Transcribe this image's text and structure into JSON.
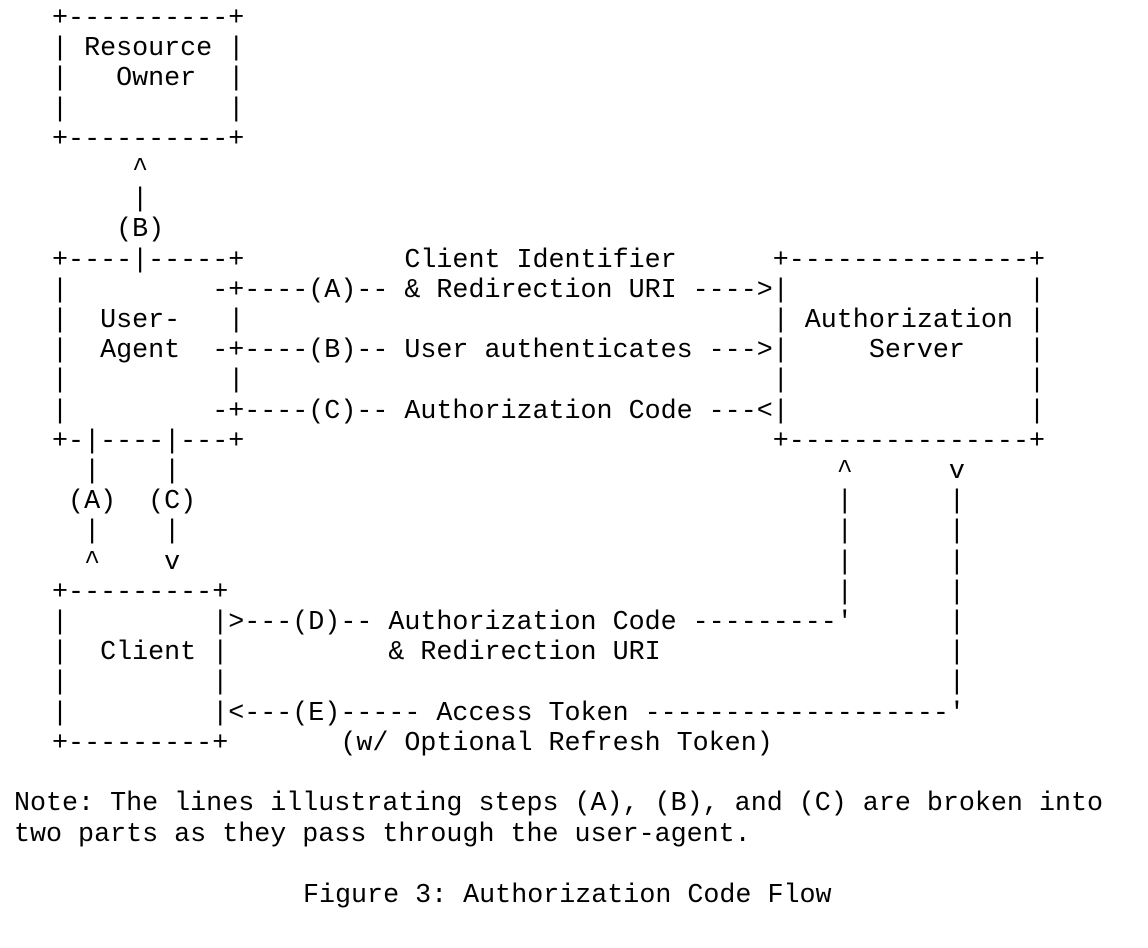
{
  "page": {
    "background_color": "#ffffff",
    "text_color": "#000000"
  },
  "figure": {
    "art_lines": [
      "   +----------+",
      "   | Resource |",
      "   |   Owner  |",
      "   |          |",
      "   +----------+",
      "        ^",
      "        |",
      "       (B)",
      "   +----|-----+          Client Identifier      +---------------+",
      "   |         -+----(A)-- & Redirection URI ---->|               |",
      "   |  User-   |                                 | Authorization |",
      "   |  Agent  -+----(B)-- User authenticates --->|     Server    |",
      "   |          |                                 |               |",
      "   |         -+----(C)-- Authorization Code ---<|               |",
      "   +-|----|---+                                 +---------------+",
      "     |    |                                         ^      v",
      "    (A)  (C)                                        |      |",
      "     |    |                                         |      |",
      "     ^    v                                         |      |",
      "   +---------+                                      |      |",
      "   |         |>---(D)-- Authorization Code ---------'      |",
      "   |  Client |          & Redirection URI                  |",
      "   |         |                                             |",
      "   |         |<---(E)----- Access Token -------------------'",
      "   +---------+       (w/ Optional Refresh Token)"
    ],
    "note_lines": [
      "Note: The lines illustrating steps (A), (B), and (C) are broken into",
      "two parts as they pass through the user-agent.",
      ""
    ],
    "caption": "Figure 3: Authorization Code Flow"
  },
  "diagram_semantics": {
    "type": "ascii-flow-diagram",
    "boxes": [
      "Resource Owner",
      "User-Agent",
      "Authorization Server",
      "Client"
    ],
    "steps": [
      {
        "label": "(A)",
        "text": "Client Identifier & Redirection URI"
      },
      {
        "label": "(B)",
        "text": "User authenticates"
      },
      {
        "label": "(C)",
        "text": "Authorization Code"
      },
      {
        "label": "(D)",
        "text": "Authorization Code & Redirection URI"
      },
      {
        "label": "(E)",
        "text": "Access Token (w/ Optional Refresh Token)"
      }
    ]
  }
}
